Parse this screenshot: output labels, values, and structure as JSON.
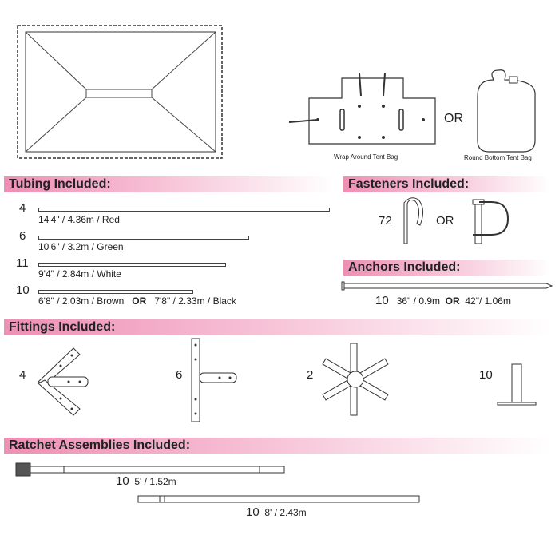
{
  "bags": {
    "wrap_label": "Wrap Around Tent Bag",
    "or": "OR",
    "round_label": "Round Bottom Tent Bag"
  },
  "tubing": {
    "title": "Tubing Included:",
    "items": [
      {
        "qty": "4",
        "label": "14'4\" / 4.36m  /  Red"
      },
      {
        "qty": "6",
        "label": "10'6\" / 3.2m  /  Green"
      },
      {
        "qty": "11",
        "label": "9'4\" / 2.84m  /  White"
      },
      {
        "qty": "10",
        "label": "6'8\" / 2.03m  /  Brown",
        "or": "OR",
        "alt": "7'8\" / 2.33m  /  Black"
      }
    ]
  },
  "fasteners": {
    "title": "Fasteners Included:",
    "qty": "72",
    "or": "OR"
  },
  "anchors": {
    "title": "Anchors Included:",
    "qty": "10",
    "size1": "36\" / 0.9m",
    "or": "OR",
    "size2": "42\"/ 1.06m"
  },
  "fittings": {
    "title": "Fittings Included:",
    "qtys": [
      "4",
      "6",
      "2",
      "10"
    ]
  },
  "ratchets": {
    "title": "Ratchet Assemblies Included:",
    "items": [
      {
        "qty": "10",
        "size": "5' / 1.52m"
      },
      {
        "qty": "10",
        "size": "8' / 2.43m"
      }
    ]
  }
}
